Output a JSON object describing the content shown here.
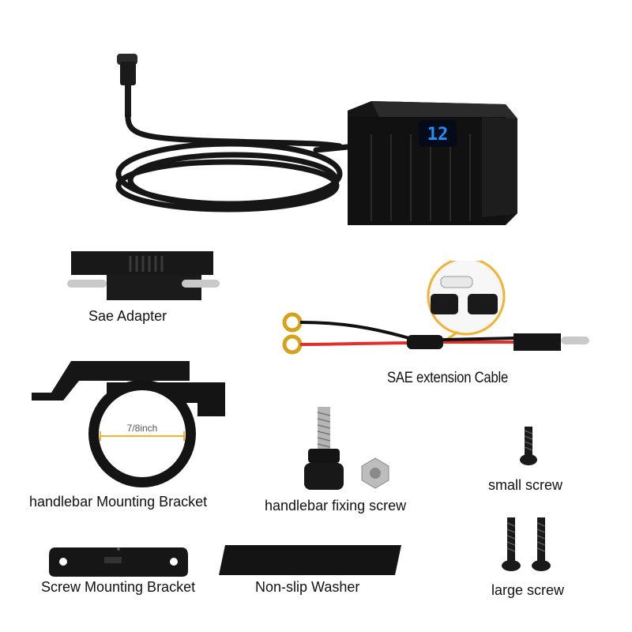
{
  "labels": {
    "sae_adapter": "Sae Adapter",
    "sae_extension_cable": "SAE extension Cable",
    "handlebar_mounting_bracket": "handlebar Mounting Bracket",
    "handlebar_fixing_screw": "handlebar fixing screw",
    "small_screw": "small screw",
    "large_screw": "large screw",
    "screw_mounting_bracket": "Screw Mounting Bracket",
    "non_slip_washer": "Non-slip Washer",
    "bracket_size": "7/8inch"
  },
  "display": {
    "readout": "12",
    "color": "#1e90ff"
  },
  "colors": {
    "product_black": "#141414",
    "red_wire": "#e0302a",
    "ring_terminal": "#d6a21a",
    "callout_circle": "#f2b233",
    "dimension_line": "#f2b233"
  }
}
